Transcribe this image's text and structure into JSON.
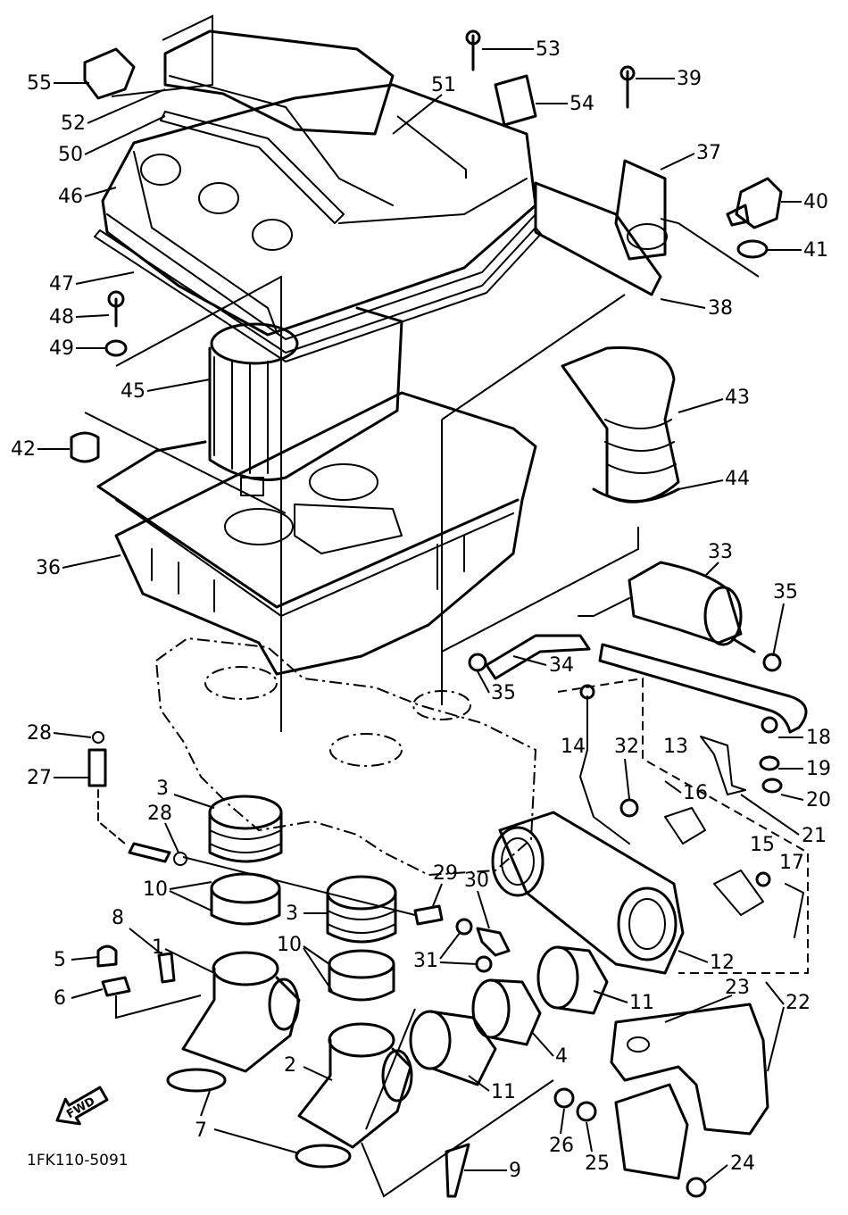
{
  "diagram": {
    "code": "1FK110-5091",
    "fwd_label": "FWD",
    "labels": [
      "1",
      "2",
      "3",
      "3",
      "4",
      "5",
      "6",
      "7",
      "8",
      "9",
      "10",
      "10",
      "11",
      "11",
      "12",
      "13",
      "14",
      "15",
      "16",
      "17",
      "18",
      "19",
      "20",
      "21",
      "22",
      "23",
      "24",
      "25",
      "26",
      "27",
      "28",
      "28",
      "29",
      "30",
      "31",
      "32",
      "33",
      "34",
      "35",
      "35",
      "36",
      "37",
      "38",
      "39",
      "40",
      "41",
      "42",
      "43",
      "44",
      "45",
      "46",
      "47",
      "48",
      "49",
      "50",
      "51",
      "52",
      "53",
      "54",
      "55"
    ]
  }
}
